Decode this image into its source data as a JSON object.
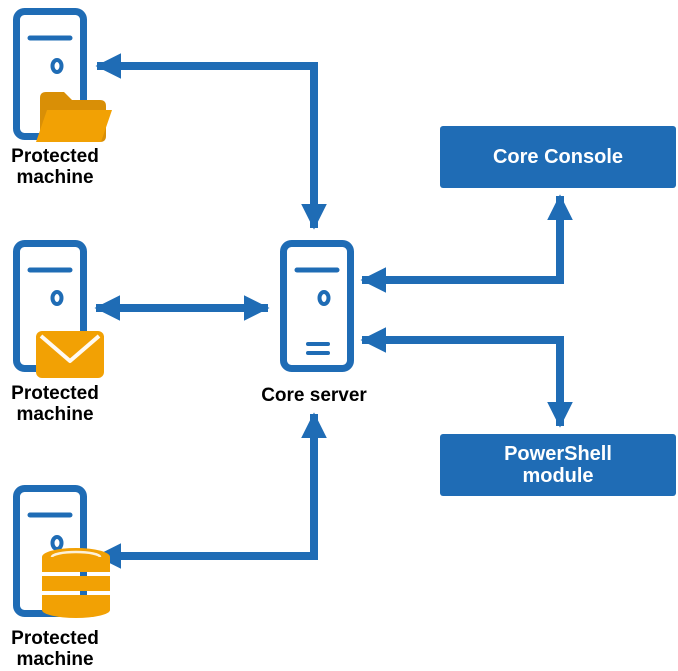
{
  "colors": {
    "primary_blue": "#1f6cb5",
    "accent_gold": "#f2a104",
    "accent_gold_dark": "#d98f06",
    "label_text": "#000000",
    "box_text": "#ffffff",
    "background": "#ffffff"
  },
  "nodes": {
    "protected_machines": [
      {
        "label": "Protected machine",
        "label_lines": [
          "Protected",
          "machine"
        ],
        "icon": "folder-icon"
      },
      {
        "label": "Protected machine",
        "label_lines": [
          "Protected",
          "machine"
        ],
        "icon": "envelope-icon"
      },
      {
        "label": "Protected machine",
        "label_lines": [
          "Protected",
          "machine"
        ],
        "icon": "database-icon"
      }
    ],
    "core_server": {
      "label": "Core server",
      "icon": "server-tower-icon"
    },
    "core_console": {
      "label": "Core Console"
    },
    "powershell_module": {
      "label": "PowerShell module",
      "label_lines": [
        "PowerShell",
        "module"
      ]
    }
  },
  "connections": [
    {
      "from": "Core server",
      "to": "Protected machine (folder)",
      "type": "elbow",
      "bidirectional": true
    },
    {
      "from": "Core server",
      "to": "Protected machine (envelope)",
      "type": "straight",
      "bidirectional": true
    },
    {
      "from": "Core server",
      "to": "Protected machine (database)",
      "type": "elbow",
      "bidirectional": true
    },
    {
      "from": "Core server",
      "to": "Core Console",
      "type": "elbow",
      "bidirectional": true
    },
    {
      "from": "Core server",
      "to": "PowerShell module",
      "type": "elbow",
      "bidirectional": true
    }
  ]
}
